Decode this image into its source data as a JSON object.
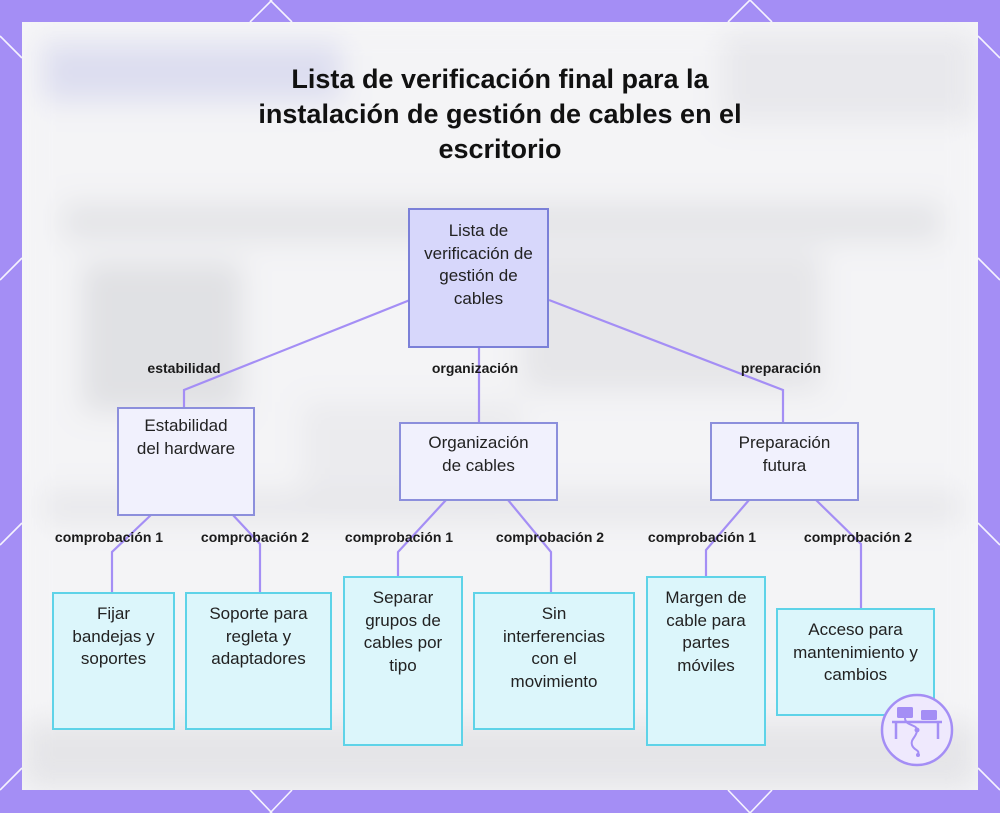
{
  "title": "Lista de verificación final para la instalación de gestión de cables en el escritorio",
  "root": {
    "label": "Lista de verificación de gestión de cables"
  },
  "branches": [
    {
      "edge_label": "estabilidad",
      "label": "Estabilidad del hardware",
      "children": [
        {
          "edge_label": "comprobación 1",
          "label": "Fijar bandejas y soportes"
        },
        {
          "edge_label": "comprobación 2",
          "label": "Soporte para regleta y adaptadores"
        }
      ]
    },
    {
      "edge_label": "organización",
      "label": "Organización de cables",
      "children": [
        {
          "edge_label": "comprobación 1",
          "label": "Separar grupos de cables por tipo"
        },
        {
          "edge_label": "comprobación 2",
          "label": "Sin interferencias con el movimiento"
        }
      ]
    },
    {
      "edge_label": "preparación",
      "label": "Preparación futura",
      "children": [
        {
          "edge_label": "comprobación 1",
          "label": "Margen de cable para partes móviles"
        },
        {
          "edge_label": "comprobación 2",
          "label": "Acceso para mantenimiento y cambios"
        }
      ]
    }
  ],
  "colors": {
    "frame": "#a48ef5",
    "edge": "#a48ef5",
    "root_fill": "#d7d7fb",
    "mid_fill": "#f1f1fd",
    "leaf_fill": "#dcf6fb",
    "leaf_border": "#5ed3e8"
  },
  "icons": {
    "logo": "desk-cable-logo-icon"
  }
}
